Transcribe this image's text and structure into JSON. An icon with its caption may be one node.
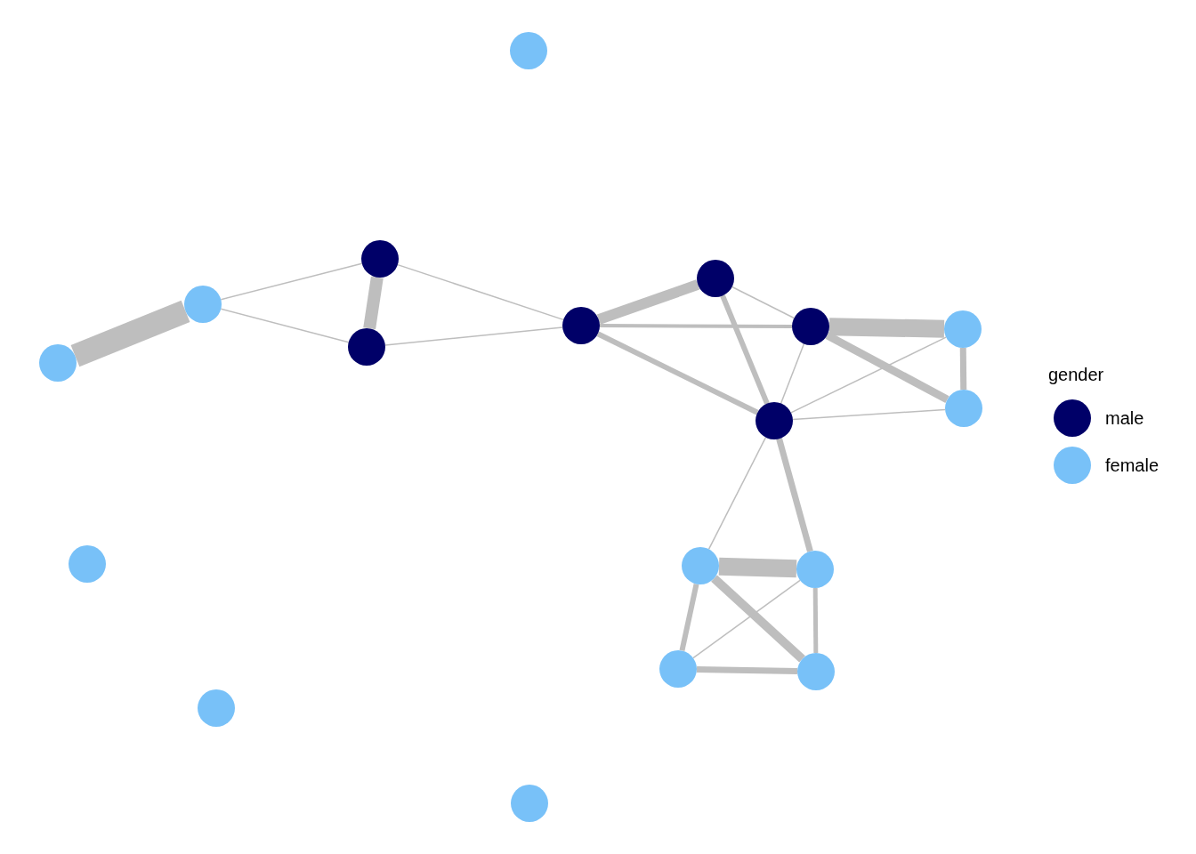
{
  "diagram": {
    "nodes": [
      {
        "text": [],
        "shape": "circle"
      },
      {
        "text": [],
        "shape": "circle"
      },
      {
        "text": [],
        "shape": "circle"
      },
      {
        "text": [],
        "shape": "circle"
      },
      {
        "text": [],
        "shape": "circle"
      },
      {
        "text": [],
        "shape": "circle"
      },
      {
        "text": [],
        "shape": "circle"
      },
      {
        "text": [],
        "shape": "circle"
      },
      {
        "text": [],
        "shape": "circle"
      },
      {
        "text": [],
        "shape": "circle"
      },
      {
        "text": [],
        "shape": "circle"
      },
      {
        "text": [],
        "shape": "circle"
      },
      {
        "text": [],
        "shape": "circle"
      },
      {
        "text": [],
        "shape": "circle"
      },
      {
        "text": [],
        "shape": "circle"
      },
      {
        "text": [],
        "shape": "circle"
      },
      {
        "text": [],
        "shape": "circle"
      },
      {
        "text": [],
        "shape": "circle"
      }
    ],
    "edges": [
      {
        "from": 0,
        "to": 2,
        "arrow": "none",
        "style": "thick"
      },
      {
        "from": 2,
        "to": 5,
        "arrow": "none"
      },
      {
        "from": 2,
        "to": 4,
        "arrow": "none"
      },
      {
        "from": 5,
        "to": 4,
        "arrow": "none",
        "style": "thick"
      },
      {
        "from": 5,
        "to": 8,
        "arrow": "none"
      },
      {
        "from": 4,
        "to": 8,
        "arrow": "none"
      },
      {
        "from": 8,
        "to": 11,
        "arrow": "none",
        "style": "thick"
      },
      {
        "from": 8,
        "to": 13,
        "arrow": "none"
      },
      {
        "from": 8,
        "to": 12,
        "arrow": "none"
      },
      {
        "from": 11,
        "to": 13,
        "arrow": "none"
      },
      {
        "from": 11,
        "to": 12,
        "arrow": "none"
      },
      {
        "from": 13,
        "to": 16,
        "arrow": "none",
        "style": "thick"
      },
      {
        "from": 13,
        "to": 17,
        "arrow": "none"
      },
      {
        "from": 13,
        "to": 12,
        "arrow": "none"
      },
      {
        "from": 16,
        "to": 17,
        "arrow": "none"
      },
      {
        "from": 16,
        "to": 12,
        "arrow": "none"
      },
      {
        "from": 17,
        "to": 12,
        "arrow": "none"
      },
      {
        "from": 12,
        "to": 10,
        "arrow": "none"
      },
      {
        "from": 12,
        "to": 14,
        "arrow": "none"
      },
      {
        "from": 10,
        "to": 14,
        "arrow": "none",
        "style": "thick"
      },
      {
        "from": 10,
        "to": 9,
        "arrow": "none"
      },
      {
        "from": 10,
        "to": 15,
        "arrow": "none"
      },
      {
        "from": 14,
        "to": 9,
        "arrow": "none"
      },
      {
        "from": 14,
        "to": 15,
        "arrow": "none"
      },
      {
        "from": 9,
        "to": 15,
        "arrow": "none"
      }
    ],
    "labels": [
      "gender"
    ],
    "legend": [
      {
        "text": "male",
        "color": "#000068"
      },
      {
        "text": "female",
        "color": "#78c1f8"
      }
    ]
  }
}
